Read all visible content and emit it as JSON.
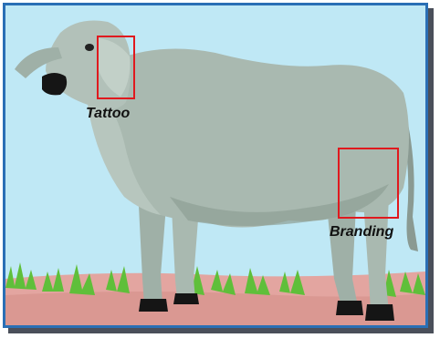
{
  "diagram": {
    "subject": "cow",
    "labels": {
      "tattoo": "Tattoo",
      "branding": "Branding"
    },
    "colors": {
      "sky": "#bfe8f5",
      "border": "#2a6fb5",
      "highlight": "#e0191e",
      "cow_body": "#a9b9b0",
      "ground": "#e3a5a0",
      "grass": "#5fbf3a"
    }
  }
}
